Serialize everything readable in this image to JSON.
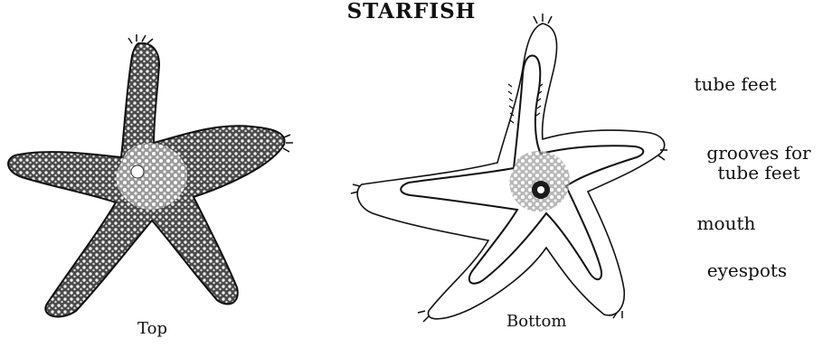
{
  "figure": {
    "title": "STARFISH",
    "views": [
      {
        "caption": "Top"
      },
      {
        "caption": "Bottom"
      }
    ],
    "labels": [
      "tube feet",
      "grooves for\ntube feet",
      "mouth",
      "eyespots"
    ]
  }
}
